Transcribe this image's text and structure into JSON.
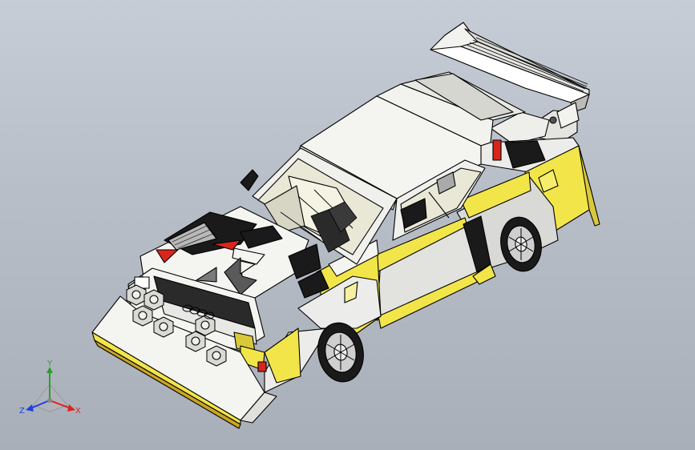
{
  "viewport": {
    "background_top": "#c7cdd6",
    "background_bottom": "#a9afb9"
  },
  "model": {
    "badge_text": "ooo",
    "colors": {
      "white": "#f4f4f0",
      "yellow": "#f2e54a",
      "gold": "#c9a521",
      "red": "#d8261c",
      "black": "#1a1a1a",
      "grey": "#c9c9c9",
      "glass": "#e9e7d6",
      "outline": "#000000"
    }
  },
  "triad": {
    "x_label": "X",
    "y_label": "Y",
    "z_label": "Z",
    "x_color": "#e02020",
    "y_color": "#2a9e2a",
    "z_color": "#2040e0"
  }
}
